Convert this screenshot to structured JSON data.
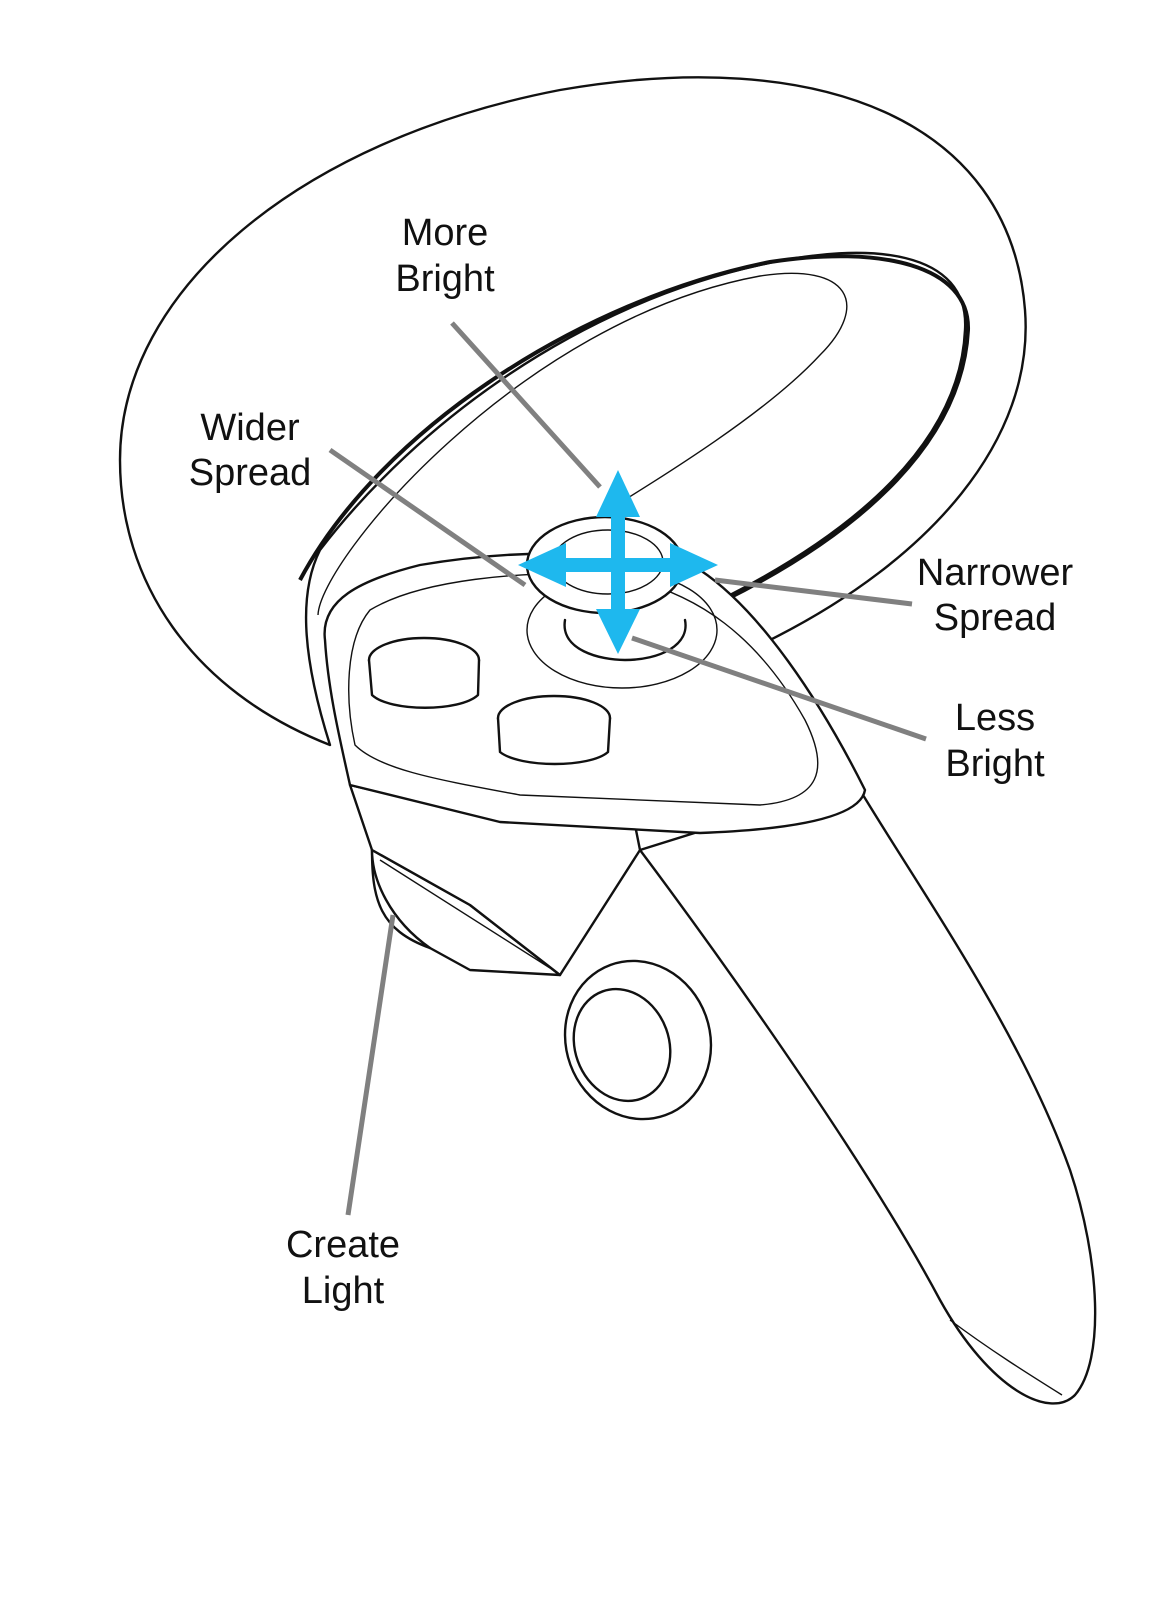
{
  "labels": {
    "more_bright_line1": "More",
    "more_bright_line2": "Bright",
    "wider_spread_line1": "Wider",
    "wider_spread_line2": "Spread",
    "narrower_spread_line1": "Narrower",
    "narrower_spread_line2": "Spread",
    "less_bright_line1": "Less",
    "less_bright_line2": "Bright",
    "create_light_line1": "Create",
    "create_light_line2": "Light"
  },
  "colors": {
    "arrow": "#1EB8EE",
    "leader": "#808080",
    "outline": "#111111"
  },
  "icons": {
    "thumbstick_arrows": "four-way-arrow-icon"
  }
}
